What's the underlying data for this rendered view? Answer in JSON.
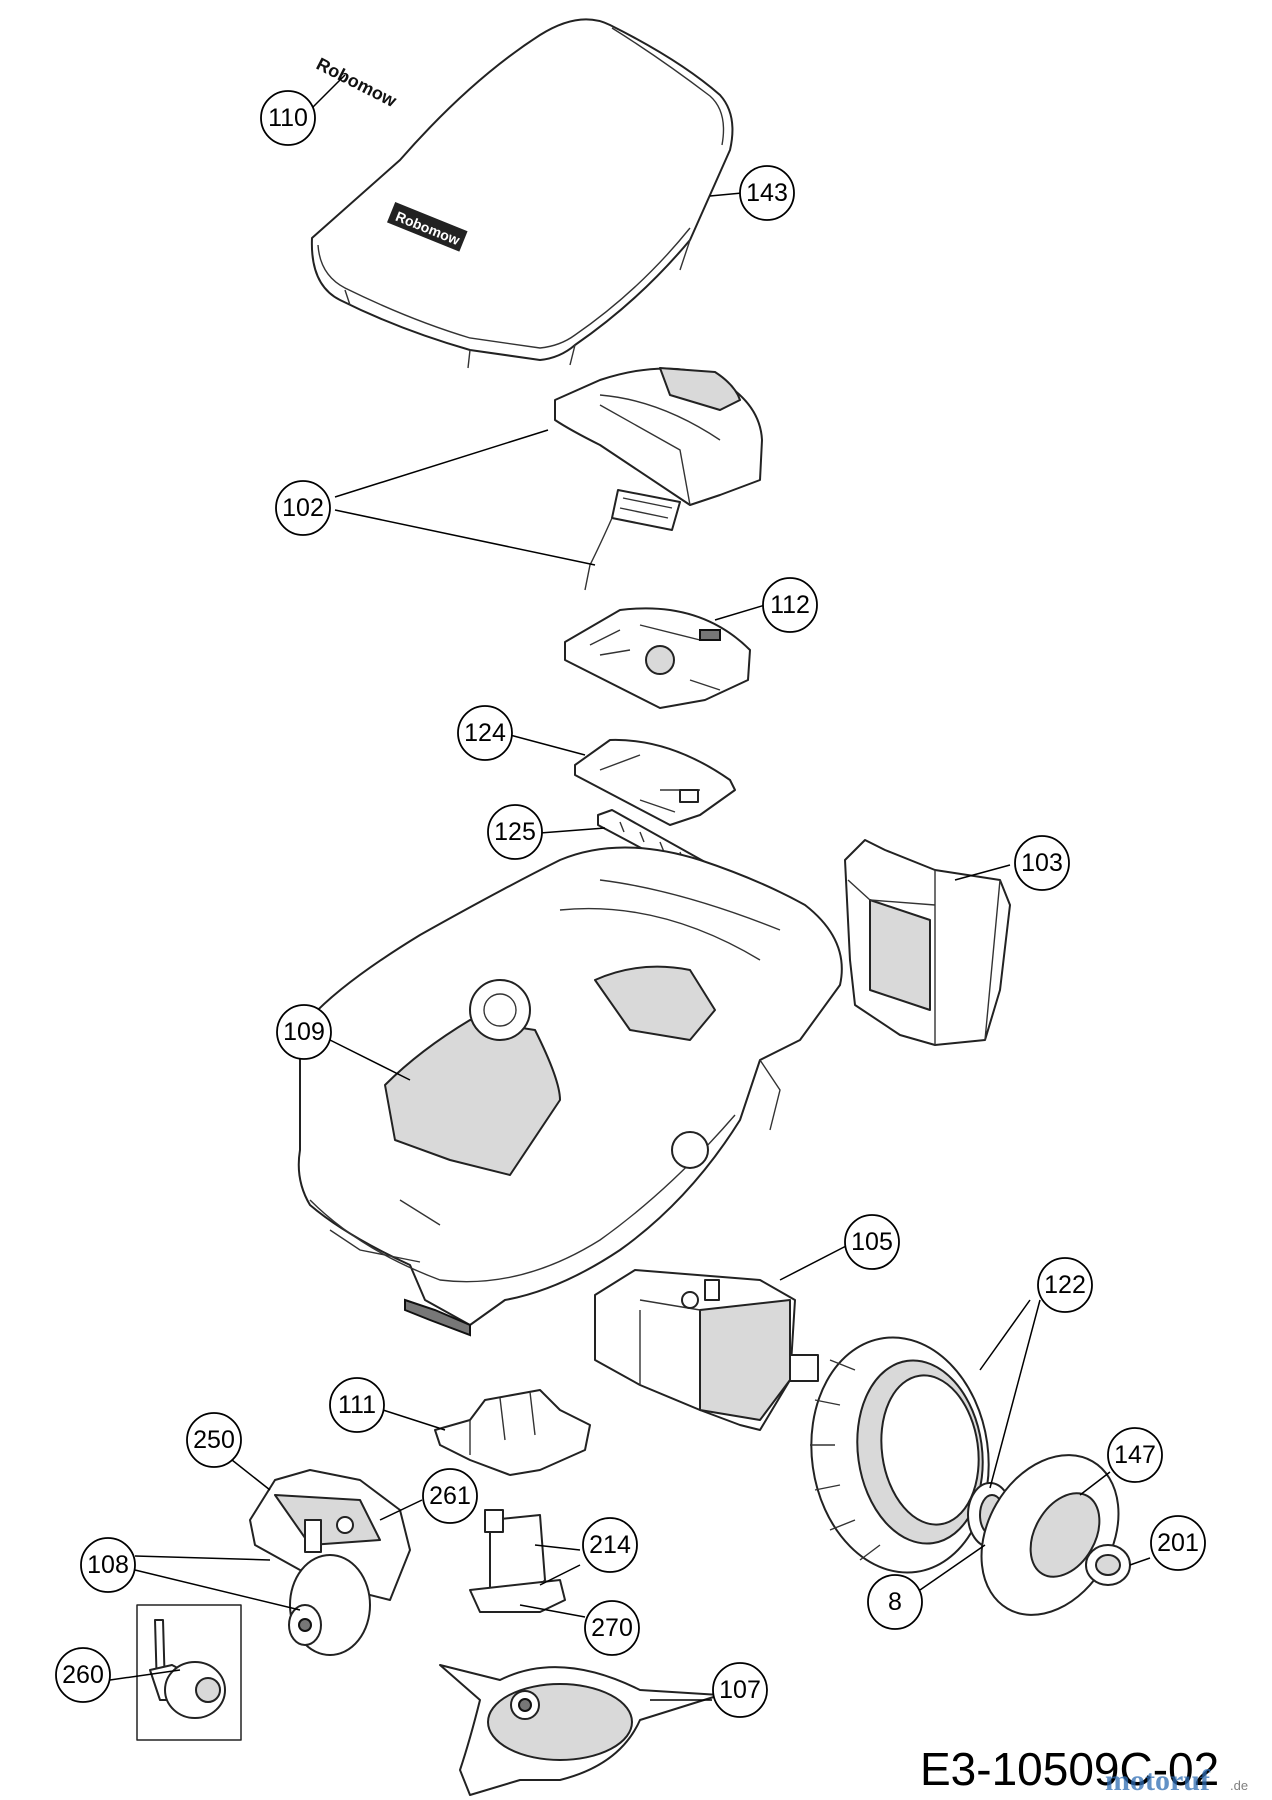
{
  "logo_text": "Robomow",
  "diagram_code": "E3-10509C-02",
  "watermark": {
    "text": "motoruf",
    "suffix": ".de",
    "colors": [
      "#2e6db4",
      "#d9352b",
      "#f2b418",
      "#3f9b3f"
    ]
  },
  "callouts": {
    "c110": "110",
    "c143": "143",
    "c102": "102",
    "c112": "112",
    "c124": "124",
    "c125": "125",
    "c103": "103",
    "c109": "109",
    "c105": "105",
    "c122": "122",
    "c111": "111",
    "c250": "250",
    "c261": "261",
    "c147": "147",
    "c214": "214",
    "c201": "201",
    "c108": "108",
    "c270": "270",
    "c8": "8",
    "c260": "260",
    "c107": "107"
  }
}
